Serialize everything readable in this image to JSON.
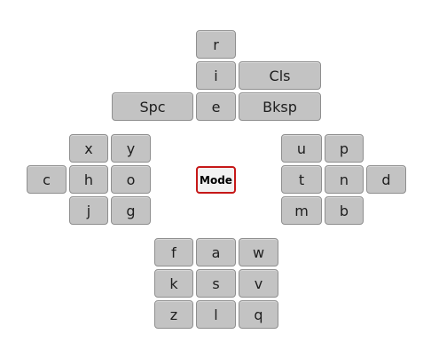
{
  "keyboard": {
    "top": {
      "r": "r",
      "i": "i",
      "cls": "Cls",
      "spc": "Spc",
      "e": "e",
      "bksp": "Bksp"
    },
    "left": {
      "x": "x",
      "y": "y",
      "c": "c",
      "h": "h",
      "o": "o",
      "j": "j",
      "g": "g"
    },
    "center": {
      "mode": "Mode"
    },
    "right": {
      "u": "u",
      "p": "p",
      "t": "t",
      "n": "n",
      "d": "d",
      "m": "m",
      "b": "b"
    },
    "bottom": {
      "f": "f",
      "a": "a",
      "w": "w",
      "k": "k",
      "s": "s",
      "v": "v",
      "z": "z",
      "l": "l",
      "q": "q"
    }
  },
  "colors": {
    "key_fill": "#c3c3c3",
    "key_border": "#8f8f8f",
    "mode_border": "#c61818",
    "mode_fill": "#f2f2f2"
  }
}
